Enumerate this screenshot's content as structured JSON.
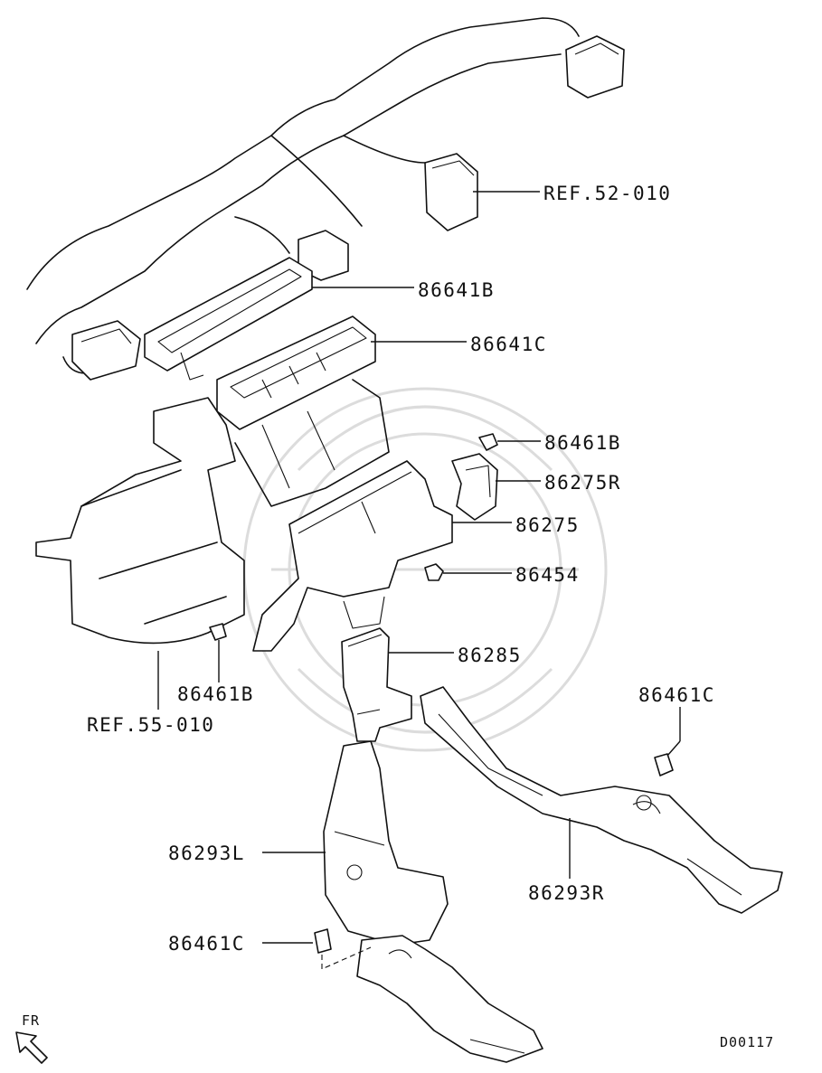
{
  "diagram_id": "D00117",
  "direction_label": "FR",
  "references": [
    {
      "id": "ref-52",
      "text": "REF.52-010"
    },
    {
      "id": "ref-55",
      "text": "REF.55-010"
    }
  ],
  "part_labels": [
    {
      "id": "p-86641b",
      "text": "86641B"
    },
    {
      "id": "p-86641c",
      "text": "86641C"
    },
    {
      "id": "p-86461b-top",
      "text": "86461B"
    },
    {
      "id": "p-86275r",
      "text": "86275R"
    },
    {
      "id": "p-86275",
      "text": "86275"
    },
    {
      "id": "p-86454",
      "text": "86454"
    },
    {
      "id": "p-86285",
      "text": "86285"
    },
    {
      "id": "p-86461b-left",
      "text": "86461B"
    },
    {
      "id": "p-86461c-right",
      "text": "86461C"
    },
    {
      "id": "p-86293l",
      "text": "86293L"
    },
    {
      "id": "p-86293r",
      "text": "86293R"
    },
    {
      "id": "p-86461c-bottom",
      "text": "86461C"
    }
  ]
}
